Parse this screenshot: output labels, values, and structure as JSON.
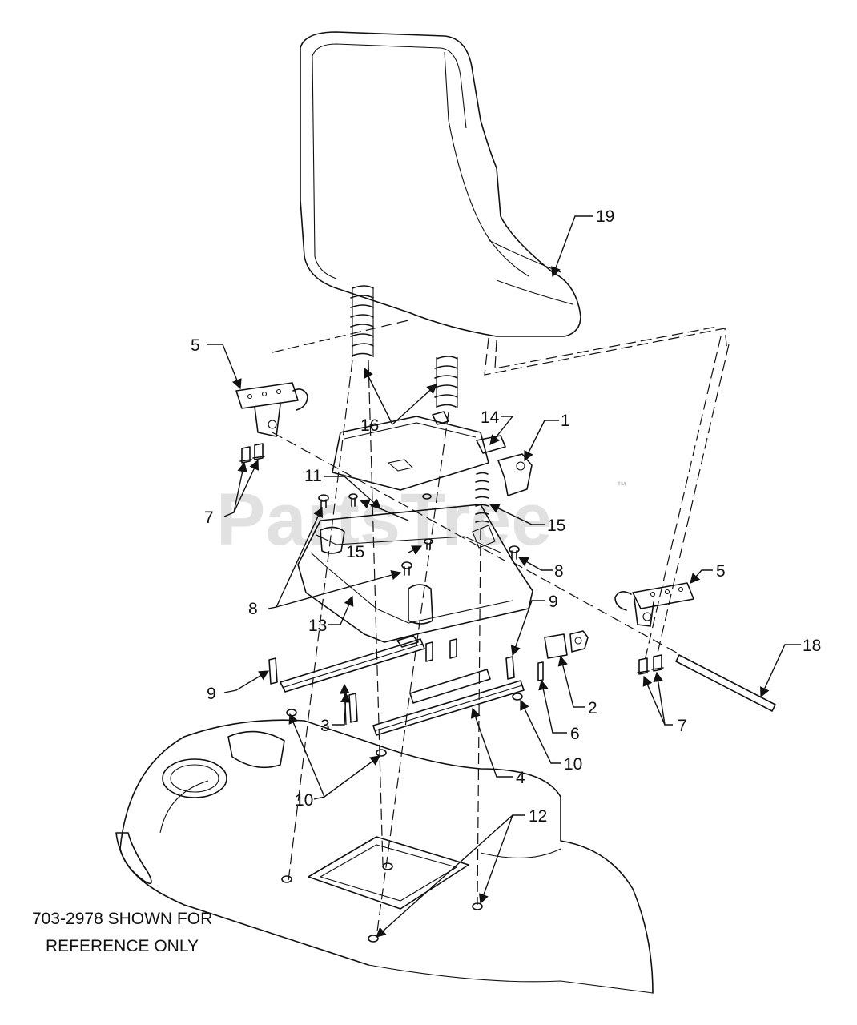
{
  "diagram": {
    "part_numbers": [
      "19",
      "5",
      "16",
      "14",
      "1",
      "11",
      "7",
      "15",
      "15",
      "8",
      "8",
      "5",
      "9",
      "13",
      "9",
      "3",
      "2",
      "18",
      "6",
      "7",
      "10",
      "4",
      "10",
      "12"
    ],
    "reference_note": {
      "line1": "703-2978 SHOWN FOR",
      "line2": "REFERENCE ONLY"
    },
    "watermark": "PartsTree",
    "watermark_tm": "™"
  }
}
